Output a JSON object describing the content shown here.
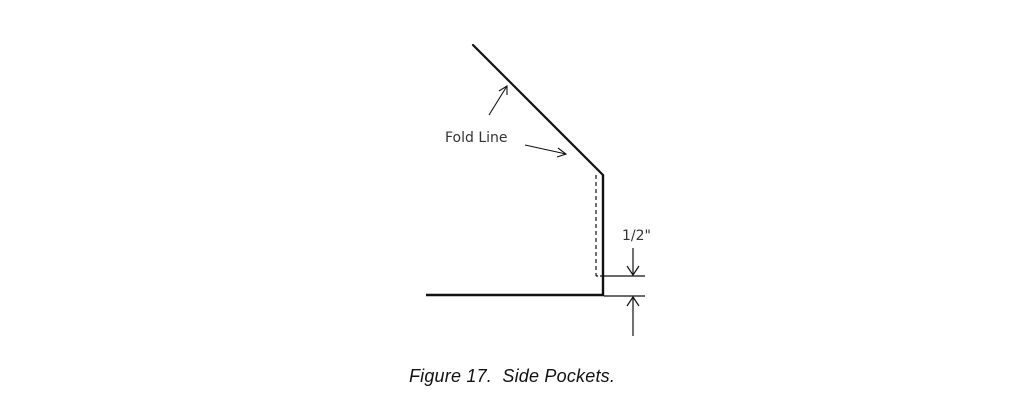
{
  "diagram": {
    "fold_label": "Fold Line",
    "dimension_label": "1/2\"",
    "line_color": "#111111"
  },
  "caption": {
    "figure_number": "Figure 17.",
    "title": "Side Pockets."
  }
}
